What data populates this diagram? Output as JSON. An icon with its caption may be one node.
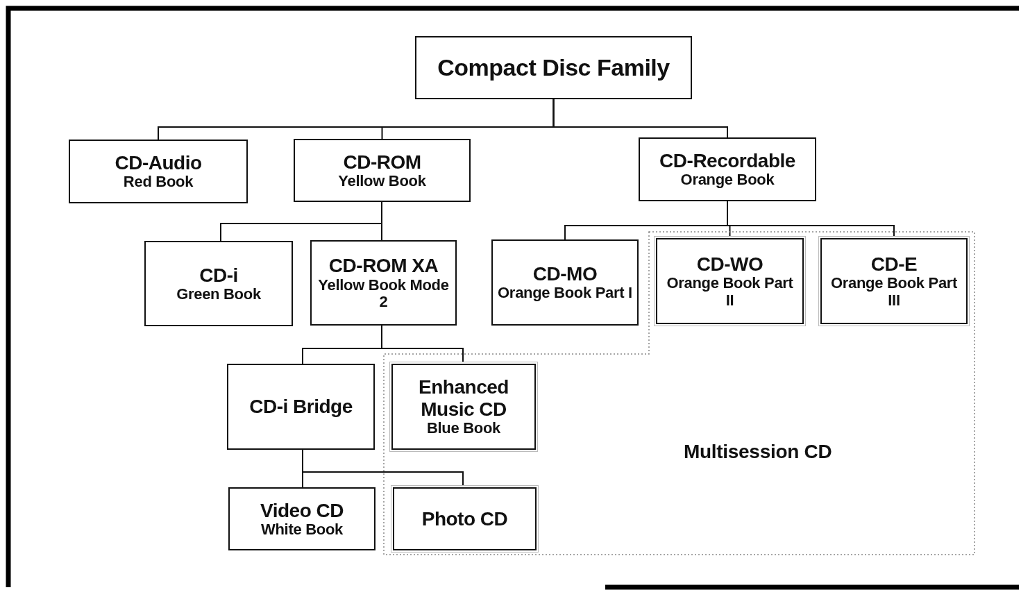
{
  "diagram": {
    "nodes": [
      {
        "text": [
          "Compact Disc Family"
        ]
      },
      {
        "text": [
          "CD-Audio",
          "Red Book"
        ]
      },
      {
        "text": [
          "CD-ROM",
          "Yellow Book"
        ]
      },
      {
        "text": [
          "CD-Recordable",
          "Orange Book"
        ]
      },
      {
        "text": [
          "CD-i",
          "Green Book"
        ]
      },
      {
        "text": [
          "CD-ROM XA",
          "Yellow Book Mode 2"
        ]
      },
      {
        "text": [
          "CD-MO",
          "Orange Book Part I"
        ]
      },
      {
        "text": [
          "Multisession CD"
        ]
      },
      {
        "text": [
          "CD-WO",
          "Orange Book Part II"
        ],
        "in": 7
      },
      {
        "text": [
          "CD-E",
          "Orange Book Part III"
        ],
        "in": 7
      },
      {
        "text": [
          "CD-i Bridge"
        ]
      },
      {
        "text": [
          "Enhanced Music CD",
          "Blue Book"
        ],
        "in": 7
      },
      {
        "text": [
          "Video CD",
          "White Book"
        ]
      },
      {
        "text": [
          "Photo CD"
        ],
        "in": 7
      }
    ],
    "edges": [
      {
        "from": 0,
        "to": 1,
        "arrow": "none"
      },
      {
        "from": 0,
        "to": 2,
        "arrow": "none"
      },
      {
        "from": 0,
        "to": 3,
        "arrow": "none"
      },
      {
        "from": 2,
        "to": 4,
        "arrow": "none"
      },
      {
        "from": 2,
        "to": 5,
        "arrow": "none"
      },
      {
        "from": 3,
        "to": 6,
        "arrow": "none"
      },
      {
        "from": 3,
        "to": 8,
        "arrow": "none"
      },
      {
        "from": 3,
        "to": 9,
        "arrow": "none"
      },
      {
        "from": 5,
        "to": 10,
        "arrow": "none"
      },
      {
        "from": 5,
        "to": 11,
        "arrow": "none"
      },
      {
        "from": 10,
        "to": 12,
        "arrow": "none"
      },
      {
        "from": 10,
        "to": 13,
        "arrow": "none"
      }
    ]
  }
}
